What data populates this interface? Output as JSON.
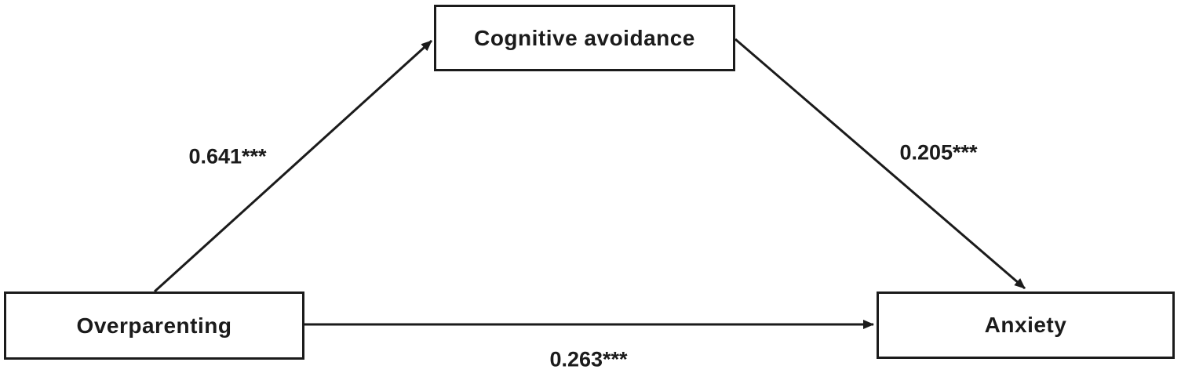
{
  "diagram": {
    "type": "mediation-path-diagram",
    "background_color": "#ffffff",
    "line_color": "#1b1b1b",
    "text_color": "#1b1b1b",
    "nodes": {
      "mediator": {
        "label": "Cognitive avoidance",
        "position": "top-center"
      },
      "predictor": {
        "label": "Overparenting",
        "position": "bottom-left"
      },
      "outcome": {
        "label": "Anxiety",
        "position": "bottom-right"
      }
    },
    "paths": {
      "a": {
        "from": "Overparenting",
        "to": "Cognitive avoidance",
        "coefficient": "0.641***"
      },
      "b": {
        "from": "Cognitive avoidance",
        "to": "Anxiety",
        "coefficient": "0.205***"
      },
      "c": {
        "from": "Overparenting",
        "to": "Anxiety",
        "coefficient": "0.263***"
      }
    }
  }
}
